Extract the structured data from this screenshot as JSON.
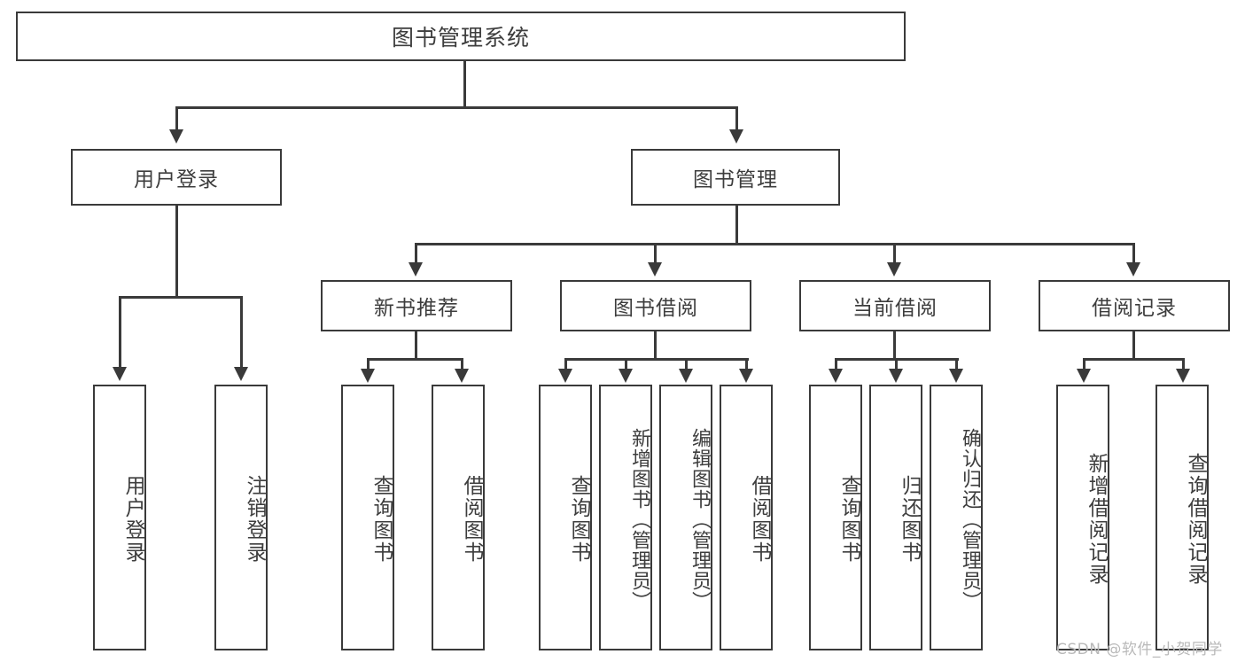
{
  "diagram": {
    "type": "tree-hierarchy-chart",
    "title": "图书管理系统",
    "watermark": "CSDN @软件_小贺同学",
    "colors": {
      "stroke": "#3a3a3a",
      "fill": "#ffffff",
      "text": "#3d3d3d",
      "watermark": "#b9b9b9"
    },
    "levels": {
      "root": {
        "label": "图书管理系统"
      },
      "level2": [
        {
          "label": "用户登录"
        },
        {
          "label": "图书管理"
        }
      ],
      "level3": [
        {
          "label": "新书推荐"
        },
        {
          "label": "图书借阅"
        },
        {
          "label": "当前借阅"
        },
        {
          "label": "借阅记录"
        }
      ],
      "leaves": {
        "user_login": [
          {
            "label": "用户登录"
          },
          {
            "label": "注销登录"
          }
        ],
        "new_book_recommend": [
          {
            "label": "查询图书"
          },
          {
            "label": "借阅图书"
          }
        ],
        "book_borrow": [
          {
            "label": "查询图书"
          },
          {
            "label": "新增图书（管理员）"
          },
          {
            "label": "编辑图书（管理员）"
          },
          {
            "label": "借阅图书"
          }
        ],
        "current_borrow": [
          {
            "label": "查询图书"
          },
          {
            "label": "归还图书"
          },
          {
            "label": "确认归还（管理员）"
          }
        ],
        "borrow_record": [
          {
            "label": "新增借阅记录"
          },
          {
            "label": "查询借阅记录"
          }
        ]
      }
    }
  }
}
